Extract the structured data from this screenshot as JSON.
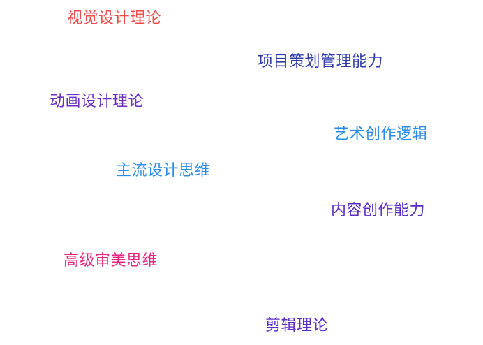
{
  "labels": [
    {
      "text": "视觉设计理论",
      "color": "#ef4a49"
    },
    {
      "text": "项目策划管理能力",
      "color": "#2f3aa8"
    },
    {
      "text": "动画设计理论",
      "color": "#6a2fc0"
    },
    {
      "text": "艺术创作逻辑",
      "color": "#2c8be6"
    },
    {
      "text": "主流设计思维",
      "color": "#2c8be6"
    },
    {
      "text": "内容创作能力",
      "color": "#5b2dc4"
    },
    {
      "text": "高级审美思维",
      "color": "#e8247f"
    },
    {
      "text": "剪辑理论",
      "color": "#5b2dc4"
    }
  ]
}
